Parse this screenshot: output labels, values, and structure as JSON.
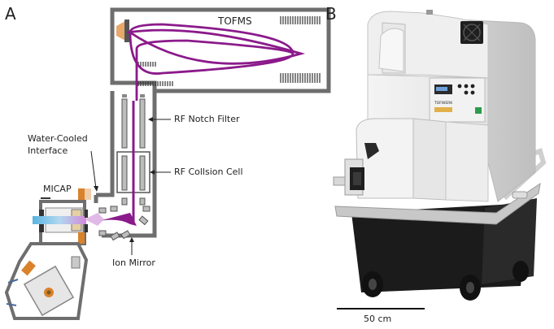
{
  "panel_a": {
    "label": "A",
    "tofms": "TOFMS",
    "rf_notch": "RF Notch Filter",
    "rf_collision": "RF Collsion Cell",
    "interface_line1": "Water-Cooled",
    "interface_line2": "Interface",
    "micap": "MICAP",
    "ion_mirror": "Ion Mirror"
  },
  "panel_b": {
    "label": "B",
    "scale_label": "50 cm",
    "brand_text": "TOFWERK"
  },
  "colors": {
    "ion_path": "#8b1a8b",
    "housing": "#707070",
    "orange": "#d9822b",
    "plasma": "#7fc6e6"
  }
}
